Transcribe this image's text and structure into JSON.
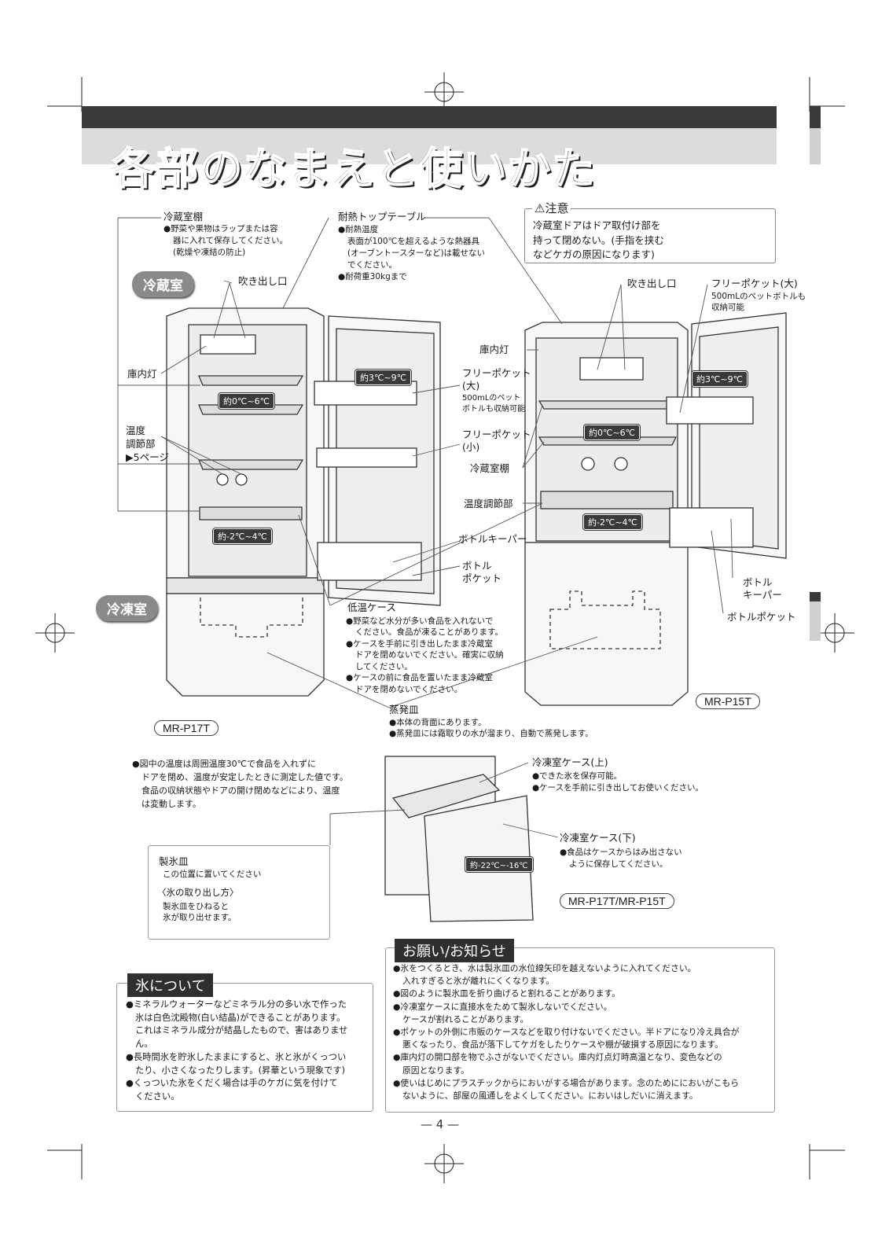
{
  "header": {
    "title": "各部のなまえと使いかた"
  },
  "caution": {
    "title": "注意",
    "text": [
      "冷蔵室ドアはドア取付け部を",
      "持って閉めない。(手指を挟む",
      "などケガの原因になります)"
    ]
  },
  "pills": {
    "fridge": "冷蔵室",
    "freezer": "冷凍室"
  },
  "left_labels": {
    "shelf_title": "冷蔵室棚",
    "shelf_text": [
      "●野菜や果物はラップまたは容",
      "器に入れて保存してください。",
      "(乾燥や凍結の防止)"
    ],
    "top_title": "耐熱トップテーブル",
    "top_sub": "●耐熱温度",
    "top_text": [
      "表面が100℃を超えるような熱器具",
      "(オーブントースターなど)は載せない",
      "でください。"
    ],
    "top_load": "●耐荷重30kgまで",
    "vent": "吹き出し口",
    "lamp": "庫内灯",
    "temp_ctrl": [
      "温度",
      "調節部",
      "▶5ページ"
    ]
  },
  "mid_labels": {
    "free_large": [
      "フリーポケット",
      "(大)"
    ],
    "free_large_note": [
      "500mLのペット",
      "ボトルも収納可能"
    ],
    "free_small": [
      "フリーポケット",
      "(小)"
    ],
    "bottle_keeper": "ボトルキーパー",
    "bottle_pocket": [
      "ボトル",
      "ポケット"
    ],
    "lamp": "庫内灯",
    "shelf": "冷蔵室棚",
    "temp_ctrl": "温度調節部"
  },
  "right_labels": {
    "vent": "吹き出し口",
    "free_large": "フリーポケット(大)",
    "free_large_note": [
      "500mLのペットボトルも",
      "収納可能"
    ],
    "bottle_keeper": [
      "ボトル",
      "キーパー"
    ],
    "bottle_pocket": "ボトルポケット"
  },
  "temps": {
    "door_left": "約3℃~9℃",
    "shelf_left": "約0℃~6℃",
    "low_left": "約-2℃~4℃",
    "door_right": "約3℃~9℃",
    "shelf_right": "約0℃~6℃",
    "low_right": "約-2℃~4℃",
    "freezer": "約-22℃~-16℃"
  },
  "low_case": {
    "title": "低温ケース",
    "text": [
      "●野菜など水分が多い食品を入れないで",
      "ください。食品が凍ることがあります。",
      "●ケースを手前に引き出したまま冷蔵室",
      "ドアを閉めないでください。確実に収納",
      "してください。",
      "●ケースの前に食品を置いたまま冷蔵室",
      "ドアを閉めないでください。"
    ]
  },
  "evap": {
    "title": "蒸発皿",
    "text": [
      "●本体の背面にあります。",
      "●蒸発皿には霜取りの水が溜まり、自動で蒸発します。"
    ]
  },
  "models": {
    "left": "MR-P17T",
    "right": "MR-P15T",
    "both": "MR-P17T/MR-P15T"
  },
  "temp_note": [
    "●図中の温度は周囲温度30℃で食品を入れずに",
    "ドアを閉め、温度が安定したときに測定した値です。",
    "食品の収納状態やドアの開け閉めなどにより、温度",
    "は変動します。"
  ],
  "freezer_upper": {
    "title": "冷凍室ケース(上)",
    "text": [
      "●できた氷を保存可能。",
      "●ケースを手前に引き出してお使いください。"
    ]
  },
  "freezer_lower": {
    "title": "冷凍室ケース(下)",
    "text": [
      "●食品はケースからはみ出さない",
      "ように保存してください。"
    ]
  },
  "ice_tray": {
    "title": "製氷皿",
    "place": "この位置に置いてください",
    "how_title": "〈氷の取り出し方〉",
    "how_text": [
      "製氷皿をひねると",
      "氷が取り出せます。"
    ]
  },
  "ice_about": {
    "title": "氷について",
    "text": [
      "●ミネラルウォーターなどミネラル分の多い水で作った",
      "氷は白色沈殿物(白い結晶)ができることがあります。",
      "これはミネラル成分が結晶したもので、害はありませ",
      "ん。",
      "●長時間氷を貯氷したままにすると、氷と氷がくっつい",
      "たり、小さくなったりします。(昇華という現象です)",
      "●くっついた氷をくだく場合は手のケガに気を付けて",
      "ください。"
    ]
  },
  "notice": {
    "title": "お願い/お知らせ",
    "text": [
      "●氷をつくるとき、水は製氷皿の水位線矢印を越えないように入れてください。",
      "入れすぎると氷が離れにくくなります。",
      "●図のように製氷皿を折り曲げると割れることがあります。",
      "●冷凍室ケースに直接水をためて製氷しないでください。",
      "ケースが割れることがあります。",
      "●ポケットの外側に市販のケースなどを取り付けないでください。半ドアになり冷え具合が",
      "悪くなったり、食品が落下してケガをしたりケースや棚が破損する原因になります。",
      "●庫内灯の開口部を物でふさがないでください。庫内灯点灯時高温となり、変色などの",
      "原因となります。",
      "●使いはじめにプラスチックからにおいがする場合があります。念のためににおいがこもら",
      "ないように、部屋の風通しをよくしてください。においはしだいに消えます。"
    ]
  },
  "page_number": "— 4 —"
}
